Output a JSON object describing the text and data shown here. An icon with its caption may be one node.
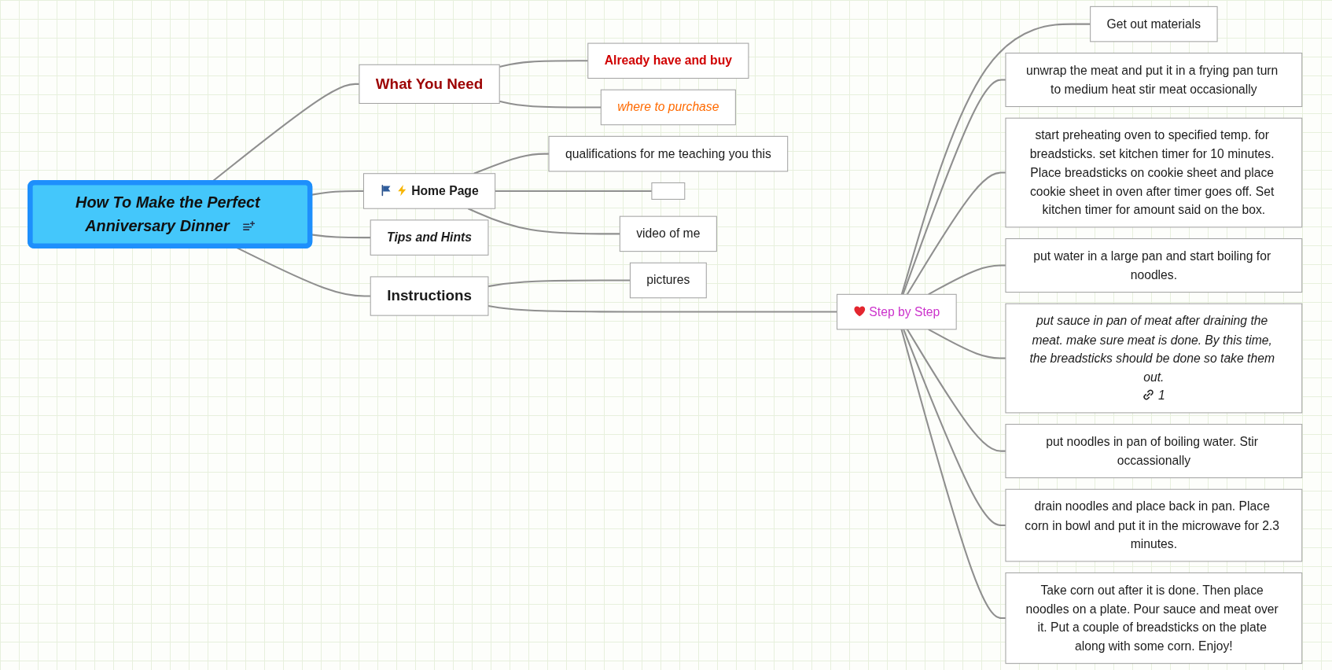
{
  "diagram": {
    "nodes": [
      {
        "text": [
          "How To Make the Perfect Anniversary Dinner"
        ]
      },
      {
        "text": [
          "What You Need"
        ]
      },
      {
        "text": [
          "Already have and buy"
        ]
      },
      {
        "text": [
          "where to purchase"
        ]
      },
      {
        "text": [
          "Home Page"
        ]
      },
      {
        "text": [
          "qualifications for me teaching you this"
        ]
      },
      {
        "text": [],
        "shape": "box"
      },
      {
        "text": [
          "video of me"
        ]
      },
      {
        "text": [
          "Tips and Hints"
        ]
      },
      {
        "text": [
          "Instructions"
        ]
      },
      {
        "text": [
          "Step by Step"
        ]
      },
      {
        "text": [
          "Get out materials"
        ]
      },
      {
        "text": [
          "unwrap the meat and put it in a frying pan turn to medium heat stir meat occasionally"
        ]
      },
      {
        "text": [
          "start preheating oven to specified temp. for breadsticks. set kitchen timer for 10 minutes. Place breadsticks on cookie sheet and place cookie sheet in oven after timer goes off. Set kitchen timer for amount said on the box."
        ]
      },
      {
        "text": [
          "put water in a large pan and start boiling for noodles."
        ]
      },
      {
        "text": [
          "put sauce in pan of meat after draining the meat. make sure meat is done. By this time, the breadsticks should be done so take them out.",
          "1"
        ]
      },
      {
        "text": [
          "put noodles in pan of boiling water. Stir occassionally"
        ]
      },
      {
        "text": [
          "drain noodles and place back in pan. Place corn in bowl and put it in the microwave for 2.3 minutes."
        ]
      },
      {
        "text": [
          "Take corn out after it is done. Then place noodles on a plate. Pour sauce and meat over it. Put a couple of breadsticks on the plate along with some corn. Enjoy!"
        ]
      },
      {
        "text": [
          "pictures"
        ]
      }
    ],
    "edges": [
      {
        "from": 0,
        "to": 1,
        "arrow": "none"
      },
      {
        "from": 1,
        "to": 2,
        "arrow": "none"
      },
      {
        "from": 1,
        "to": 3,
        "arrow": "none"
      },
      {
        "from": 0,
        "to": 4,
        "arrow": "none"
      },
      {
        "from": 4,
        "to": 5,
        "arrow": "none"
      },
      {
        "from": 4,
        "to": 6,
        "arrow": "none"
      },
      {
        "from": 4,
        "to": 7,
        "arrow": "none"
      },
      {
        "from": 0,
        "to": 8,
        "arrow": "none"
      },
      {
        "from": 0,
        "to": 9,
        "arrow": "none"
      },
      {
        "from": 9,
        "to": 10,
        "arrow": "none"
      },
      {
        "from": 10,
        "to": 11,
        "arrow": "none"
      },
      {
        "from": 10,
        "to": 12,
        "arrow": "none"
      },
      {
        "from": 10,
        "to": 13,
        "arrow": "none"
      },
      {
        "from": 10,
        "to": 14,
        "arrow": "none"
      },
      {
        "from": 10,
        "to": 15,
        "arrow": "none"
      },
      {
        "from": 10,
        "to": 16,
        "arrow": "none"
      },
      {
        "from": 10,
        "to": 17,
        "arrow": "none"
      },
      {
        "from": 10,
        "to": 18,
        "arrow": "none"
      },
      {
        "from": 9,
        "to": 19,
        "arrow": "none"
      }
    ]
  }
}
